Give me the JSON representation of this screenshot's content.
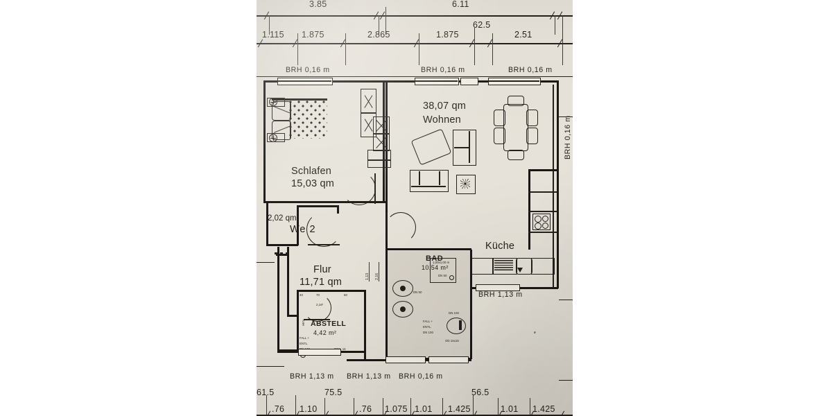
{
  "document": {
    "kind": "photographed-architectural-floor-plan",
    "unit_note": "m"
  },
  "dimensions": {
    "top_row": [
      "3.85",
      "6.11"
    ],
    "second_row": [
      "1.115",
      "1.875",
      "2.865",
      "1.875",
      "62.5",
      "2.51"
    ],
    "bottom_upper_row": [
      "61.5",
      "75.5",
      "56.5"
    ],
    "bottom_lower_row": [
      ".76",
      "1.10",
      ".76",
      "1.075",
      "1.01",
      "1.425",
      "1.01",
      "1.425"
    ]
  },
  "sill_labels": {
    "top_left": "BRH  0,16 m",
    "top_mid": "BRH  0,16 m",
    "top_right": "BRH  0,16 m",
    "right_vertical": "BRH  0,16 m",
    "kitchen": "BRH  1,13 m",
    "bottom_left": "BRH  1,13 m",
    "bottom_mid": "BRH  1,13 m",
    "bottom_right": "BRH  0,16 m"
  },
  "rooms": [
    {
      "id": "wohnen",
      "area": "38,07 qm",
      "name": "Wohnen"
    },
    {
      "id": "schlafen",
      "name": "Schlafen",
      "area": "15,03 qm"
    },
    {
      "id": "we2",
      "area": "2,02 qm",
      "name": "We 2"
    },
    {
      "id": "flur",
      "name": "Flur",
      "area": "11,71 qm"
    },
    {
      "id": "kueche",
      "name": "Küche"
    },
    {
      "id": "bad",
      "name": "BAD",
      "area": "10,54 m²"
    },
    {
      "id": "abstell",
      "name": "ABSTELL",
      "area": "4,42 m²"
    }
  ],
  "annotations": {
    "shower_size": "1,00x1,00 m",
    "shower_drain": "DN 50",
    "basin_drain": "DN 50",
    "wc_drain": "DN 100",
    "bad_fall": "FALL +",
    "bad_entl": "ENTL.",
    "bad_dn": "DN 100",
    "bad_od": "OD 15x15",
    "abstell_fall": "FALL +",
    "abstell_entl": "ENTL.",
    "abstell_dn": "DN 100",
    "abstell_pos": "POS. 16",
    "abstell_side": "HKV",
    "abstell_ticks": [
      "40",
      "70",
      "50"
    ],
    "abstell_small": "2,16²",
    "flur_small_a": "1,13",
    "flur_small_b": "2,16"
  },
  "colors": {
    "paper": "#e5e1d8",
    "ink": "#23201c",
    "page": "#ffffff"
  }
}
